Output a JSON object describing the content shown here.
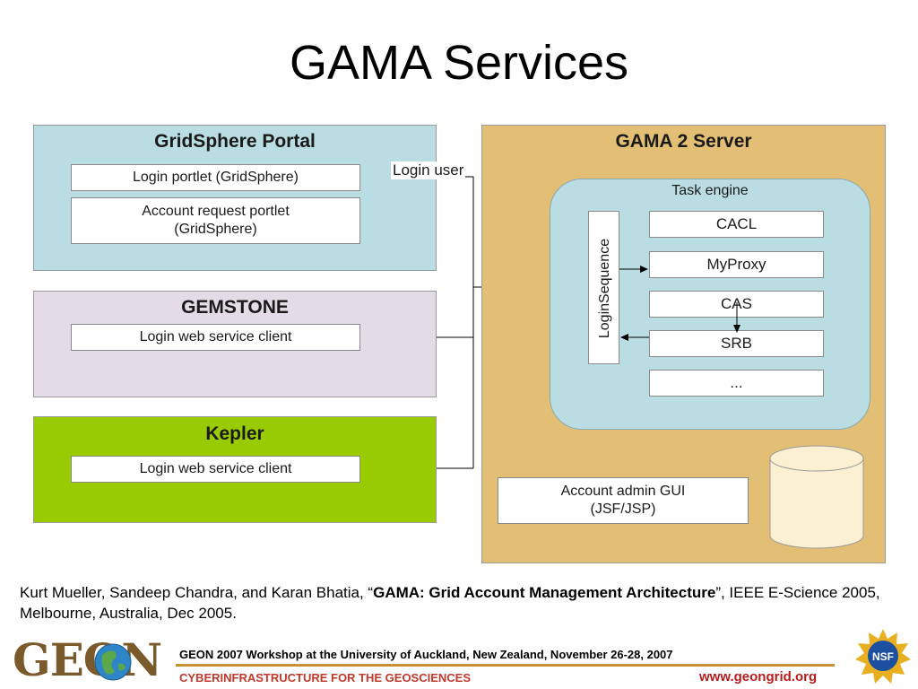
{
  "title": "GAMA Services",
  "diagram": {
    "gridsphere": {
      "title": "GridSphere Portal",
      "login_portlet": "Login portlet (GridSphere)",
      "account_request_line1": "Account request portlet",
      "account_request_line2": "(GridSphere)"
    },
    "gemstone": {
      "title": "GEMSTONE",
      "client": "Login web service client"
    },
    "kepler": {
      "title": "Kepler",
      "client": "Login web service client"
    },
    "connector_label": "Login user",
    "server": {
      "title": "GAMA 2 Server",
      "task_engine": {
        "title": "Task engine",
        "sequence": "LoginSequence",
        "services": [
          "CACL",
          "MyProxy",
          "CAS",
          "SRB",
          "..."
        ]
      },
      "admin_line1": "Account admin GUI",
      "admin_line2": "(JSF/JSP)"
    },
    "colors": {
      "gridsphere_bg": "#b9dde3",
      "gemstone_bg": "#e3dbe6",
      "kepler_bg": "#99cc00",
      "server_bg": "#e3bf75",
      "task_engine_bg": "#b9dde3",
      "database_bg": "#fbf1d2"
    }
  },
  "citation": {
    "authors": "Kurt Mueller, Sandeep Chandra, and Karan Bhatia, “",
    "paper_title": "GAMA: Grid Account Management Architecture",
    "rest": "”, IEEE E-Science 2005, Melbourne, Australia, Dec 2005."
  },
  "footer": {
    "logo": "GEON",
    "workshop": "GEON 2007 Workshop at the University of Auckland, New Zealand, November 26-28, 2007",
    "tagline": "CYBERINFRASTRUCTURE FOR THE GEOSCIENCES",
    "url": "www.geongrid.org",
    "nsf_logo": "NSF"
  }
}
